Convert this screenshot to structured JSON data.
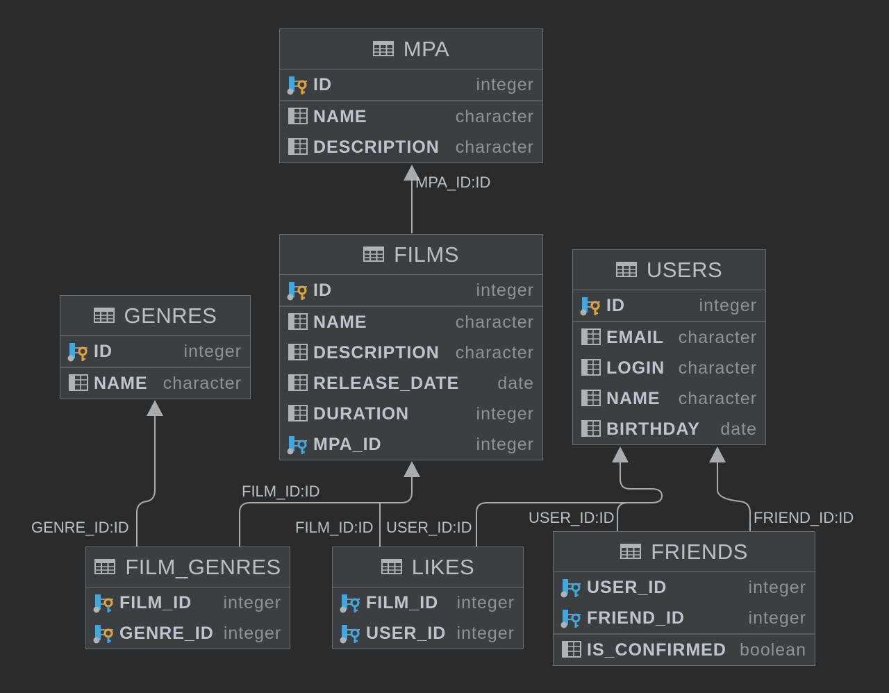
{
  "tables": {
    "mpa": {
      "title": "MPA",
      "columns": [
        {
          "name": "ID",
          "type": "integer",
          "icon": "primary-key-icon"
        },
        {
          "name": "NAME",
          "type": "character",
          "icon": "column-icon"
        },
        {
          "name": "DESCRIPTION",
          "type": "character",
          "icon": "column-icon"
        }
      ]
    },
    "films": {
      "title": "FILMS",
      "columns": [
        {
          "name": "ID",
          "type": "integer",
          "icon": "primary-key-icon"
        },
        {
          "name": "NAME",
          "type": "character",
          "icon": "column-icon"
        },
        {
          "name": "DESCRIPTION",
          "type": "character",
          "icon": "column-icon"
        },
        {
          "name": "RELEASE_DATE",
          "type": "date",
          "icon": "column-icon"
        },
        {
          "name": "DURATION",
          "type": "integer",
          "icon": "column-icon"
        },
        {
          "name": "MPA_ID",
          "type": "integer",
          "icon": "foreign-key-icon"
        }
      ]
    },
    "genres": {
      "title": "GENRES",
      "columns": [
        {
          "name": "ID",
          "type": "integer",
          "icon": "primary-key-icon"
        },
        {
          "name": "NAME",
          "type": "character",
          "icon": "column-icon"
        }
      ]
    },
    "users": {
      "title": "USERS",
      "columns": [
        {
          "name": "ID",
          "type": "integer",
          "icon": "primary-key-icon"
        },
        {
          "name": "EMAIL",
          "type": "character",
          "icon": "column-icon"
        },
        {
          "name": "LOGIN",
          "type": "character",
          "icon": "column-icon"
        },
        {
          "name": "NAME",
          "type": "character",
          "icon": "column-icon"
        },
        {
          "name": "BIRTHDAY",
          "type": "date",
          "icon": "column-icon"
        }
      ]
    },
    "film_genres": {
      "title": "FILM_GENRES",
      "columns": [
        {
          "name": "FILM_ID",
          "type": "integer",
          "icon": "primary-foreign-key-icon"
        },
        {
          "name": "GENRE_ID",
          "type": "integer",
          "icon": "primary-foreign-key-icon"
        }
      ]
    },
    "likes": {
      "title": "LIKES",
      "columns": [
        {
          "name": "FILM_ID",
          "type": "integer",
          "icon": "foreign-key-icon"
        },
        {
          "name": "USER_ID",
          "type": "integer",
          "icon": "foreign-key-icon"
        }
      ]
    },
    "friends": {
      "title": "FRIENDS",
      "columns": [
        {
          "name": "USER_ID",
          "type": "integer",
          "icon": "foreign-key-icon"
        },
        {
          "name": "FRIEND_ID",
          "type": "integer",
          "icon": "foreign-key-icon"
        },
        {
          "name": "IS_CONFIRMED",
          "type": "boolean",
          "icon": "column-icon"
        }
      ]
    }
  },
  "relations": {
    "films_mpa": "MPA_ID:ID",
    "film_genres_genres": "GENRE_ID:ID",
    "film_genres_films": "FILM_ID:ID",
    "likes_films": "FILM_ID:ID",
    "likes_users": "USER_ID:ID",
    "friends_users_user": "USER_ID:ID",
    "friends_users_friend": "FRIEND_ID:ID"
  },
  "colors": {
    "background": "#2b2b2b",
    "table_bg": "#3c3f41",
    "key_gold": "#e3a43a",
    "key_blue": "#3fa8e0",
    "edge": "#a9acae"
  }
}
